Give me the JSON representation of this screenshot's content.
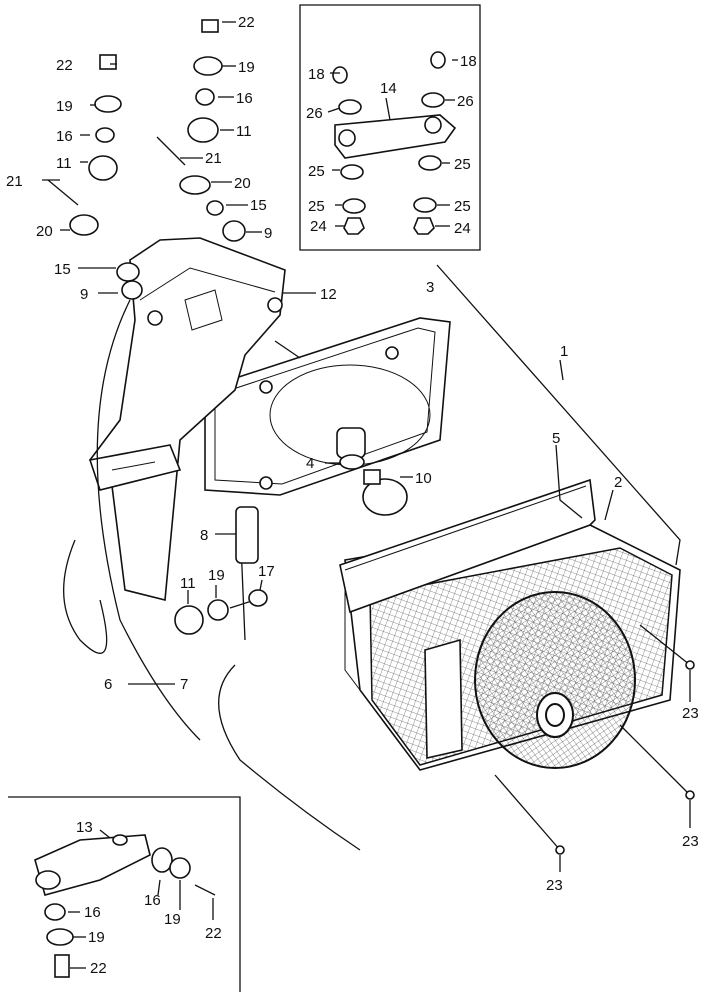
{
  "labels": {
    "l1": "1",
    "l2": "2",
    "l3": "3",
    "l4": "4",
    "l5": "5",
    "l6": "6",
    "l7": "7",
    "l8": "8",
    "l9a": "9",
    "l9b": "9",
    "l10": "10",
    "l11a": "11",
    "l11b": "11",
    "l11c": "11",
    "l12": "12",
    "l13": "13",
    "l14": "14",
    "l15a": "15",
    "l15b": "15",
    "l16a": "16",
    "l16b": "16",
    "l16c": "16",
    "l16d": "16",
    "l17": "17",
    "l18a": "18",
    "l18b": "18",
    "l19a": "19",
    "l19b": "19",
    "l19c": "19",
    "l19d": "19",
    "l19e": "19",
    "l20a": "20",
    "l20b": "20",
    "l21a": "21",
    "l21b": "21",
    "l22a": "22",
    "l22b": "22",
    "l22c": "22",
    "l22d": "22",
    "l23a": "23",
    "l23b": "23",
    "l23c": "23",
    "l24a": "24",
    "l24b": "24",
    "l25a": "25",
    "l25b": "25",
    "l25c": "25",
    "l25d": "25",
    "l26a": "26",
    "l26b": "26"
  }
}
